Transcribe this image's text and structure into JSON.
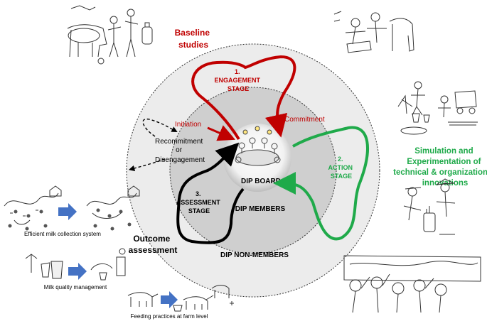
{
  "stages": {
    "engagement": [
      "1.",
      "ENGAGEMENT",
      "STAGE"
    ],
    "action": [
      "2.",
      "ACTION",
      "STAGE"
    ],
    "assessment": [
      "3.",
      "ASSESSMENT",
      "STAGE"
    ]
  },
  "labels": {
    "baseline": [
      "Baseline",
      "studies"
    ],
    "initiation": "Initiation",
    "commitment": "Commitment",
    "recommitment": [
      "Recommitment",
      "or",
      "Disengagement"
    ],
    "simulation": [
      "Simulation and",
      "Experimentation of",
      "technical & organizational",
      "innovations"
    ],
    "outcome": [
      "Outcome",
      "assessment"
    ]
  },
  "rings": {
    "board": "DIP BOARD",
    "members": "DIP MEMBERS",
    "non_members": "DIP NON-MEMBERS"
  },
  "captions": {
    "milk_collection": "Efficient milk collection system",
    "milk_quality": "Milk quality management",
    "feeding": "Feeding practices at farm level"
  },
  "colors": {
    "engagement": "#c00000",
    "action": "#1faa4a",
    "assessment": "#000000",
    "outer_ring": "#ececec",
    "middle_ring": "#cfcfcf",
    "arrow_blue": "#4472c4"
  }
}
